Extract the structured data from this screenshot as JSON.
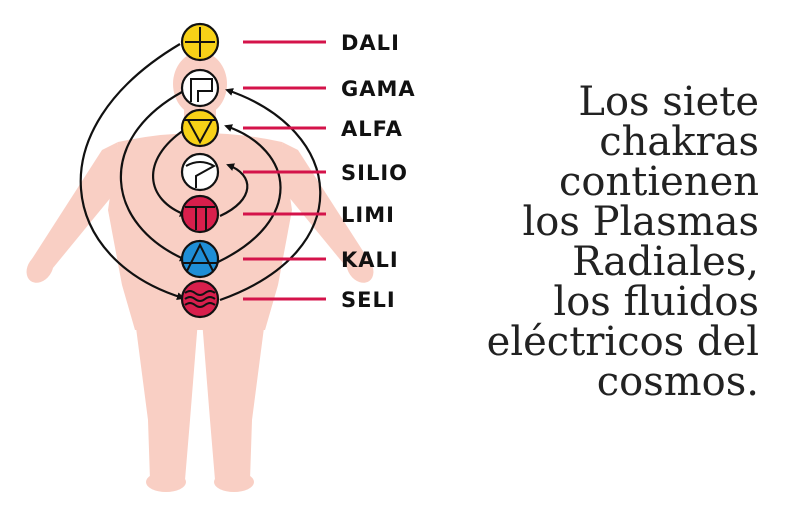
{
  "colors": {
    "body": "#f9cfc4",
    "lead_line": "#d4134a",
    "yellow": "#f7d117",
    "red": "#d81f4c",
    "blue": "#1f8ed6",
    "white": "#ffffff",
    "outline": "#111111"
  },
  "chakras": [
    {
      "label": "DALI",
      "fill": "yellow",
      "icon": "cross-circle-icon"
    },
    {
      "label": "GAMA",
      "fill": "white",
      "icon": "corner-square-icon"
    },
    {
      "label": "ALFA",
      "fill": "yellow",
      "icon": "v-shape-icon"
    },
    {
      "label": "SILIO",
      "fill": "white",
      "icon": "bent-line-icon"
    },
    {
      "label": "LIMI",
      "fill": "red",
      "icon": "grid-lines-icon"
    },
    {
      "label": "KALI",
      "fill": "blue",
      "icon": "triangle-arch-icon"
    },
    {
      "label": "SELI",
      "fill": "red",
      "icon": "wave-lines-icon"
    }
  ],
  "caption": {
    "lines": [
      "Los siete",
      "chakras",
      "contienen",
      "los Plasmas",
      "Radiales,",
      "los fluidos",
      "eléctricos del",
      "cosmos."
    ]
  }
}
